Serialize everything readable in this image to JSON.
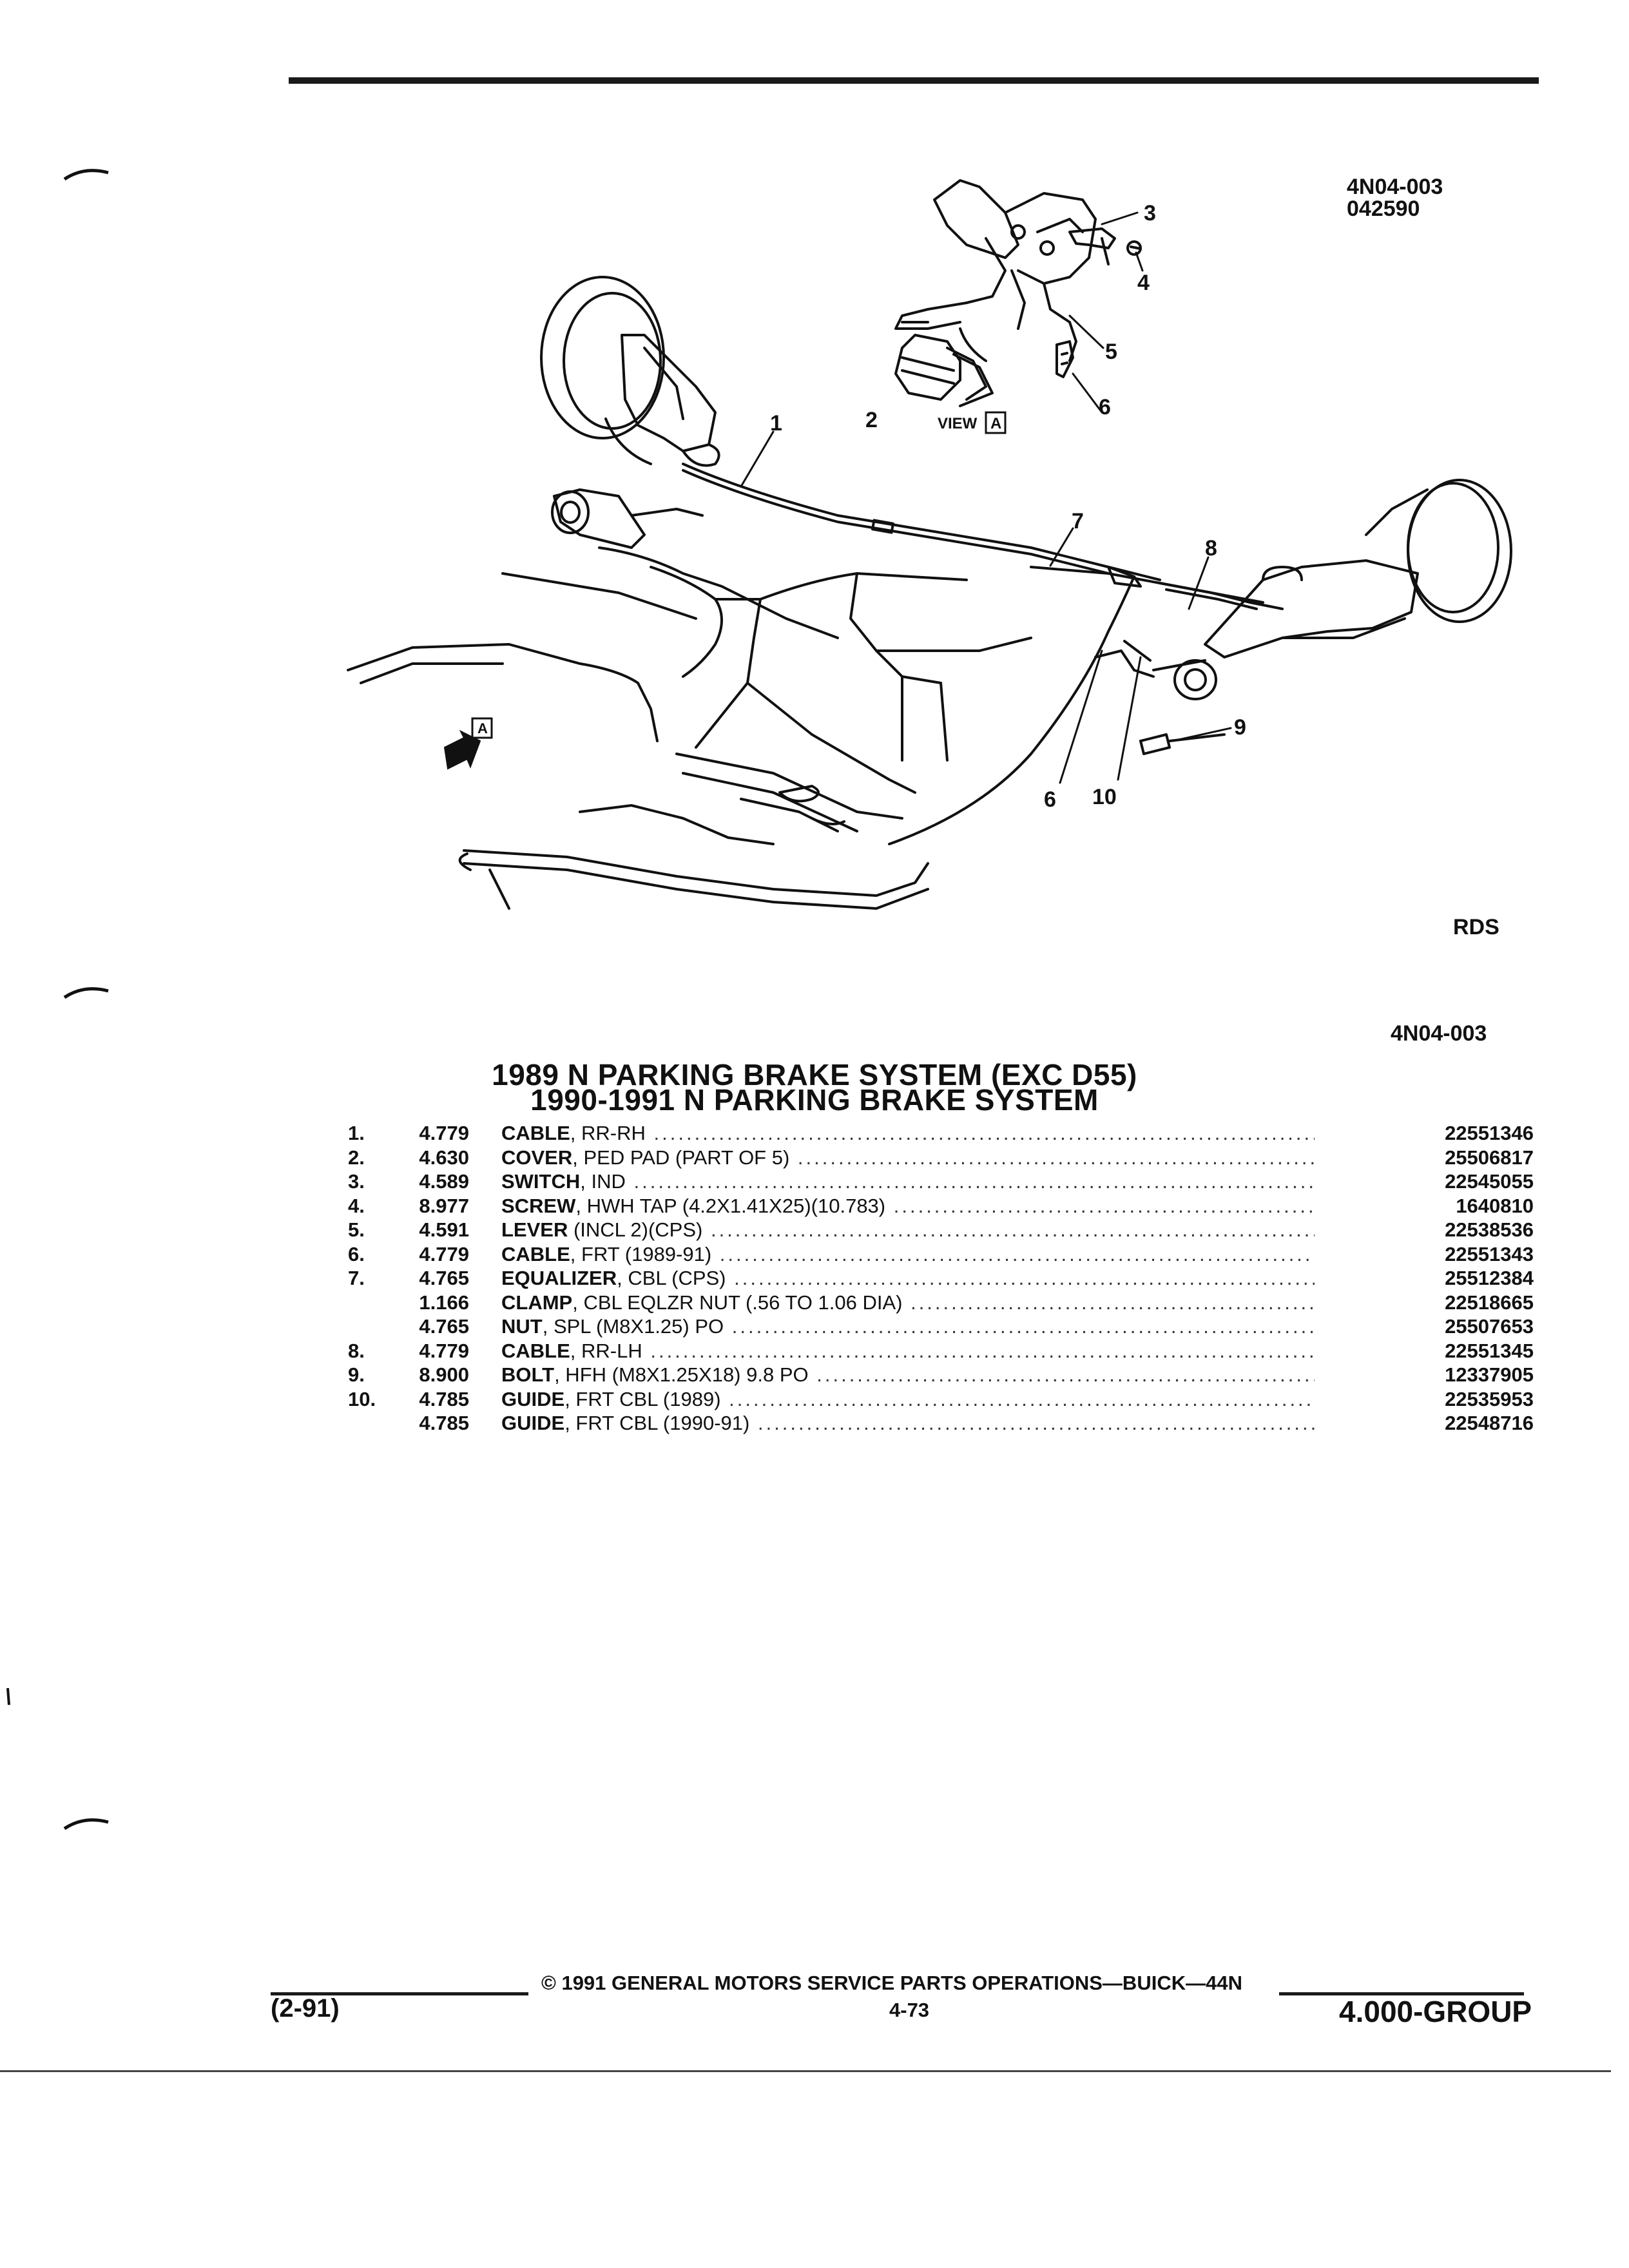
{
  "header": {
    "illustration_ref": "4N04-003",
    "date_code": "042590"
  },
  "illustration": {
    "view_label": "VIEW",
    "view_letter": "A",
    "arrow_letter": "A",
    "region_label": "RDS",
    "callouts": [
      "1",
      "2",
      "3",
      "4",
      "5",
      "6",
      "7",
      "8",
      "9",
      "6",
      "10"
    ]
  },
  "caption_ref": "4N04-003",
  "titles": {
    "line1": "1989 N PARKING BRAKE SYSTEM (EXC D55)",
    "line2": "1990-1991 N PARKING BRAKE SYSTEM"
  },
  "parts": [
    {
      "idx": "1.",
      "code": "4.779",
      "name": "CABLE",
      "desc": ", RR-RH",
      "pn": "22551346"
    },
    {
      "idx": "2.",
      "code": "4.630",
      "name": "COVER",
      "desc": ", PED PAD (PART OF 5)",
      "pn": "25506817"
    },
    {
      "idx": "3.",
      "code": "4.589",
      "name": "SWITCH",
      "desc": ", IND",
      "pn": "22545055"
    },
    {
      "idx": "4.",
      "code": "8.977",
      "name": "SCREW",
      "desc": ", HWH TAP (4.2X1.41X25)(10.783)",
      "pn": "1640810"
    },
    {
      "idx": "5.",
      "code": "4.591",
      "name": "LEVER",
      "desc": " (INCL 2)(CPS)",
      "pn": "22538536"
    },
    {
      "idx": "6.",
      "code": "4.779",
      "name": "CABLE",
      "desc": ", FRT (1989-91)",
      "pn": "22551343"
    },
    {
      "idx": "7.",
      "code": "4.765",
      "name": "EQUALIZER",
      "desc": ", CBL (CPS)",
      "pn": "25512384"
    },
    {
      "idx": "",
      "code": "1.166",
      "name": "CLAMP",
      "desc": ", CBL EQLZR NUT (.56 TO 1.06 DIA)",
      "pn": "22518665"
    },
    {
      "idx": "",
      "code": "4.765",
      "name": "NUT",
      "desc": ", SPL (M8X1.25) PO",
      "pn": "25507653"
    },
    {
      "idx": "8.",
      "code": "4.779",
      "name": "CABLE",
      "desc": ", RR-LH",
      "pn": "22551345"
    },
    {
      "idx": "9.",
      "code": "8.900",
      "name": "BOLT",
      "desc": ", HFH (M8X1.25X18) 9.8 PO",
      "pn": "12337905"
    },
    {
      "idx": "10.",
      "code": "4.785",
      "name": "GUIDE",
      "desc": ", FRT CBL (1989)",
      "pn": "22535953"
    },
    {
      "idx": "",
      "code": "4.785",
      "name": "GUIDE",
      "desc": ", FRT CBL (1990-91)",
      "pn": "22548716"
    }
  ],
  "footer": {
    "date": "(2-91)",
    "copyright": "© 1991 GENERAL MOTORS SERVICE PARTS OPERATIONS—BUICK—44N",
    "page": "4-73",
    "group": "4.000-GROUP"
  }
}
